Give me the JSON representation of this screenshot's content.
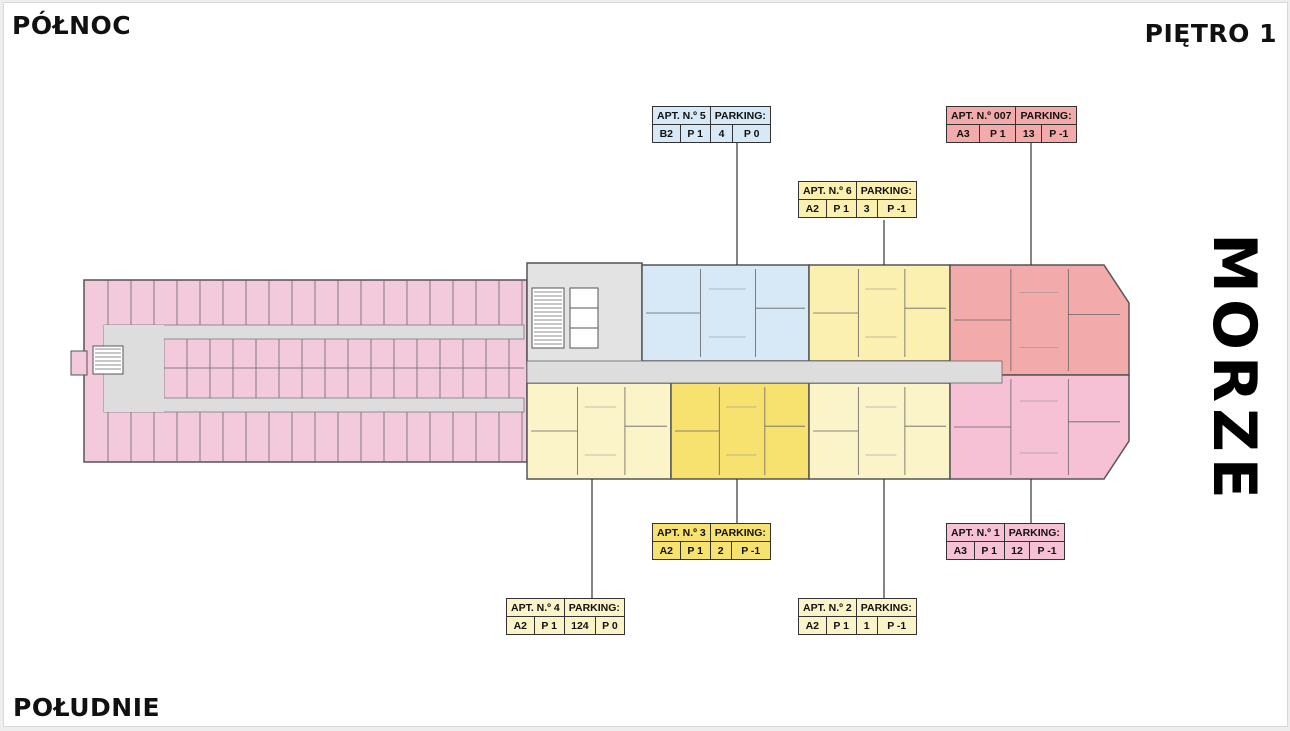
{
  "orientation": {
    "north": "PÓŁNOC",
    "south": "POŁUDNIE",
    "floor": "PIĘTRO 1",
    "sea": "MORZE"
  },
  "parking_header": "PARKING:",
  "colors": {
    "apt5": "#d7e9f6",
    "apt6": "#fbf0b0",
    "apt007": "#f2aaaa",
    "apt4": "#fbf4c8",
    "apt3": "#f7e26f",
    "apt2": "#fbf4c8",
    "apt1": "#f6c1d5",
    "hotel": "#f3c9dc"
  },
  "apartments": [
    {
      "id": "apt5",
      "title": "APT. N.º 5",
      "type": "B2",
      "floor": "P 1",
      "parking_no": "4",
      "parking_level": "P 0"
    },
    {
      "id": "apt007",
      "title": "APT. N.º 007",
      "type": "A3",
      "floor": "P 1",
      "parking_no": "13",
      "parking_level": "P -1"
    },
    {
      "id": "apt6",
      "title": "APT. N.º 6",
      "type": "A2",
      "floor": "P 1",
      "parking_no": "3",
      "parking_level": "P -1"
    },
    {
      "id": "apt3",
      "title": "APT. N.º 3",
      "type": "A2",
      "floor": "P 1",
      "parking_no": "2",
      "parking_level": "P -1"
    },
    {
      "id": "apt1",
      "title": "APT. N.º 1",
      "type": "A3",
      "floor": "P 1",
      "parking_no": "12",
      "parking_level": "P -1"
    },
    {
      "id": "apt4",
      "title": "APT. N.º 4",
      "type": "A2",
      "floor": "P 1",
      "parking_no": "124",
      "parking_level": "P 0"
    },
    {
      "id": "apt2",
      "title": "APT. N.º 2",
      "type": "A2",
      "floor": "P 1",
      "parking_no": "1",
      "parking_level": "P -1"
    }
  ]
}
